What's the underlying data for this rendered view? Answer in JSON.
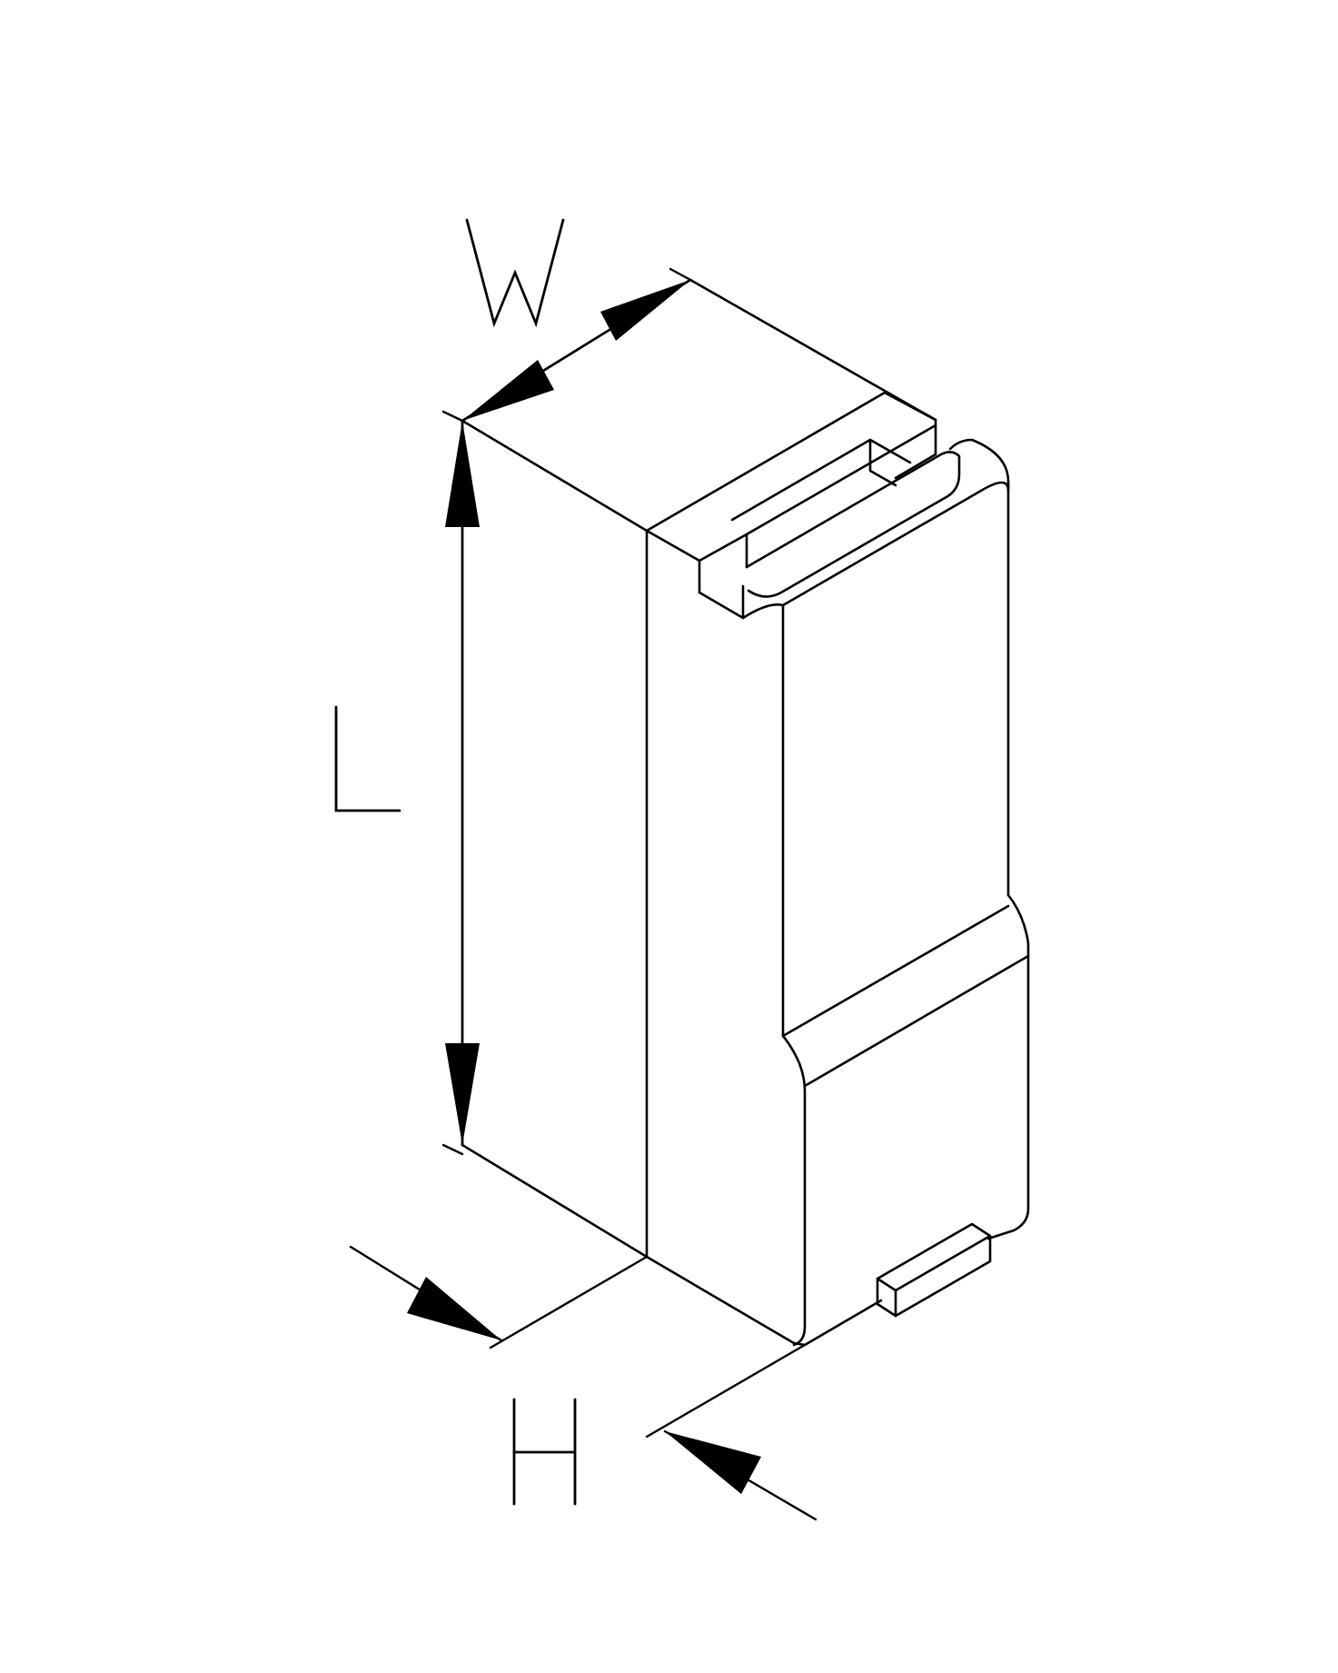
{
  "labels": {
    "width": "W",
    "length": "L",
    "height": "H"
  },
  "colors": {
    "line": "#000000",
    "background": "#ffffff"
  }
}
